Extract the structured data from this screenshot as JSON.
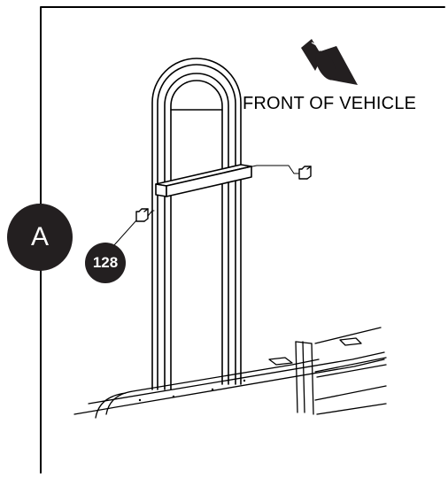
{
  "direction_label": "FRONT OF VEHICLE",
  "detail_callout": "A",
  "part_callout": "128",
  "colors": {
    "ink": "#231f20",
    "line": "#000000",
    "background": "#ffffff"
  },
  "icons": [
    "front-direction-arrow-icon",
    "clip-icon"
  ]
}
